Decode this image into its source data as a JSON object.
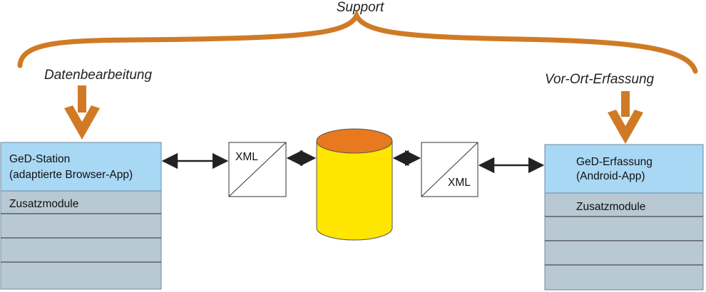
{
  "labels": {
    "support": "Support",
    "left_role": "Datenbearbeitung",
    "right_role": "Vor-Ort-Erfassung"
  },
  "left_system": {
    "title_line1": "GeD-Station",
    "title_line2": "(adaptierte Browser-App)",
    "modules_label": "Zusatzmodule"
  },
  "right_system": {
    "title_line1": "GeD-Erfassung",
    "title_line2": "(Android-App)",
    "modules_label": "Zusatzmodule"
  },
  "left_exchange": {
    "label": "XML"
  },
  "right_exchange": {
    "label": "XML"
  },
  "colors": {
    "accent_orange": "#d07a25",
    "header_blue": "#a9d8f5",
    "module_gray": "#b8c9d4",
    "database_yellow": "#ffe600",
    "database_top": "#e8791e"
  }
}
